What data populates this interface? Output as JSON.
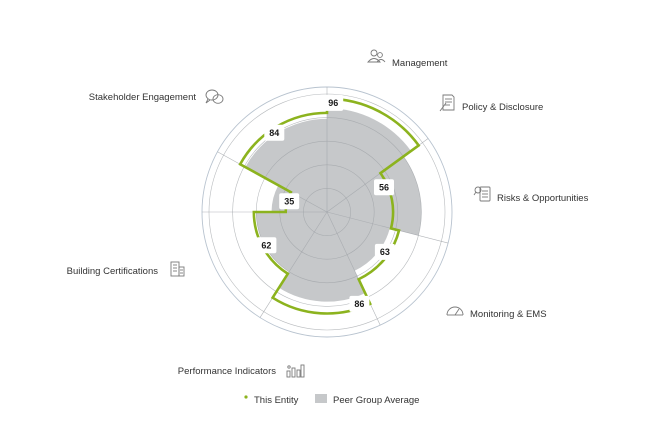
{
  "chart_data": {
    "type": "polar-area",
    "categories": [
      "Management",
      "Policy & Disclosure",
      "Risks & Opportunities",
      "Monitoring & EMS",
      "Performance Indicators",
      "Building Certifications",
      "Stakeholder Engagement"
    ],
    "category_icons": [
      "people-icon",
      "document-icon",
      "clipboard-magnifier-icon",
      "gauge-icon",
      "bar-chart-icon",
      "building-icon",
      "speech-bubbles-icon"
    ],
    "sector_weights": [
      15,
      14,
      14,
      16,
      16,
      8,
      17
    ],
    "max_value": 100,
    "series": [
      {
        "name": "This Entity",
        "values": [
          96,
          56,
          63,
          86,
          62,
          35,
          84
        ],
        "color": "#8cb31e"
      },
      {
        "name": "Peer Group Average",
        "values": [
          88,
          80,
          55,
          76,
          60,
          47,
          79
        ],
        "color": "#c6c8ca"
      }
    ],
    "value_labels": [
      "96",
      "56",
      "63",
      "86",
      "62",
      "35",
      "84"
    ],
    "legend": {
      "placement": "bottom",
      "items": [
        "This Entity",
        "Peer Group Average"
      ]
    },
    "grid": true
  }
}
